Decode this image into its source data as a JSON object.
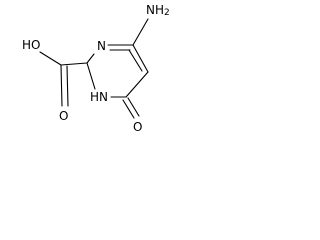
{
  "molecule": {
    "atom_labels": {
      "amino": "NH",
      "amino_subscript": "2",
      "carboxyl_oh": "HO",
      "carboxyl_o": "O",
      "ring_n": "N",
      "ring_nh": "HN",
      "keto_o": "O"
    }
  }
}
